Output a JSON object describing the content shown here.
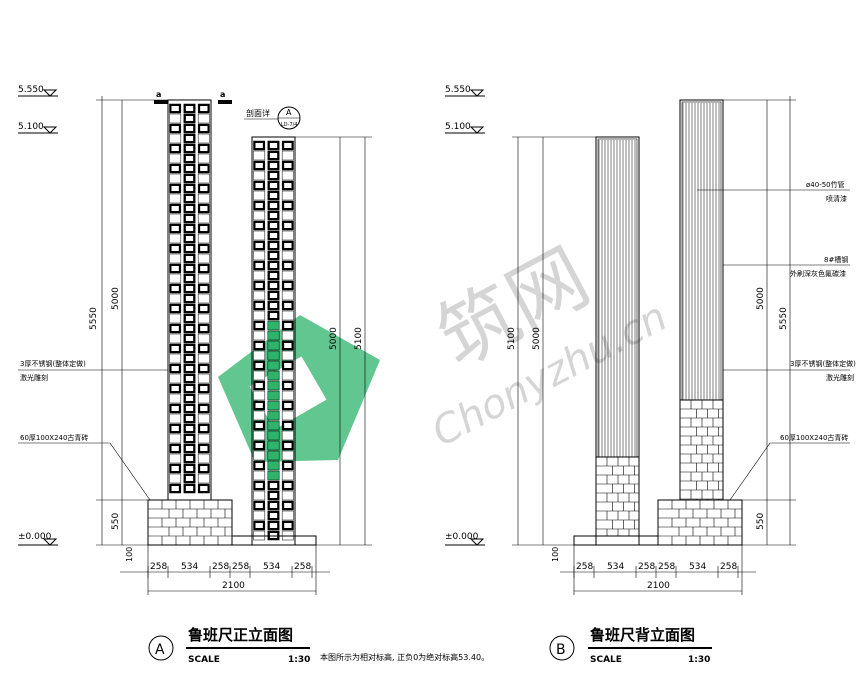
{
  "levels": {
    "top": "5.550",
    "mid": "5.100",
    "zero": "±0.000"
  },
  "dims": {
    "h5000": "5000",
    "h5550": "5550",
    "h5100": "5100",
    "h550": "550",
    "h100": "100",
    "seg": [
      "258",
      "534",
      "258",
      "258",
      "534",
      "258"
    ],
    "total": "2100"
  },
  "notes": {
    "section_tag": "a",
    "section_ref": "剖面详",
    "callout_top": "A",
    "callout_bottom": "LD-7/4",
    "steel_plate": "3厚不锈钢(整体定做)",
    "laser": "激光雕刻",
    "brick": "60厚100X240古青砖",
    "pipe": "ø40-50竹管",
    "paint": "喷清漆",
    "channel": "8#槽钢",
    "channel_paint": "外刷深灰色氟碳漆"
  },
  "front": {
    "label": "A",
    "title": "鲁班尺正立面图",
    "scale_label": "SCALE",
    "scale_value": "1:30",
    "remark": "本图所示为相对标高, 正负0为绝对标高53.40。"
  },
  "back": {
    "label": "B",
    "title": "鲁班尺背立面图",
    "scale_label": "SCALE",
    "scale_value": "1:30"
  },
  "watermark": {
    "cn": "筑网",
    "latin": "Chonyzhu.cn"
  },
  "colors": {
    "watermark_green": "#2db36a",
    "watermark_gray": "#c8c8c8"
  }
}
